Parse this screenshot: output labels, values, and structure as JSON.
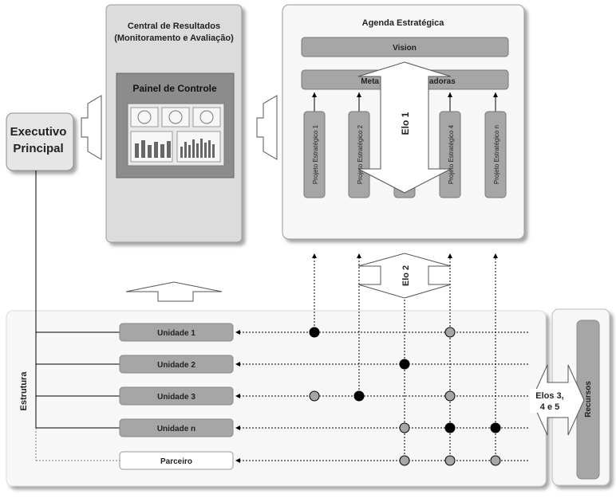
{
  "executivo": {
    "line1": "Executivo",
    "line2": "Principal"
  },
  "central": {
    "title1": "Central de Resultados",
    "title2": "(Monitoramento e Avaliação)",
    "painel": "Painel de Controle"
  },
  "agenda": {
    "title": "Agenda Estratégica",
    "vision": "Vision",
    "metas_visible": "Meta",
    "metas_visible_right": "adoras",
    "projetos": [
      "Projeto Estratégico 1",
      "Projeto Estratégico 2",
      "Projeto Estratégico 4",
      "Projeto Estratégico n"
    ]
  },
  "elos": {
    "elo1": "Elo 1",
    "elo2": "Elo 2",
    "elos345_l1": "Elos 3,",
    "elos345_l2": "4 e 5"
  },
  "estrutura": {
    "label": "Estrutura",
    "unidades": [
      "Unidade 1",
      "Unidade 2",
      "Unidade 3",
      "Unidade n",
      "Parceiro"
    ]
  },
  "recursos": {
    "label": "Recursos"
  },
  "colors": {
    "box_gray": "#a6a6a6",
    "panel_light": "#f2f2f2",
    "dot_black": "#000000",
    "dot_gray": "#a6a6a6"
  }
}
